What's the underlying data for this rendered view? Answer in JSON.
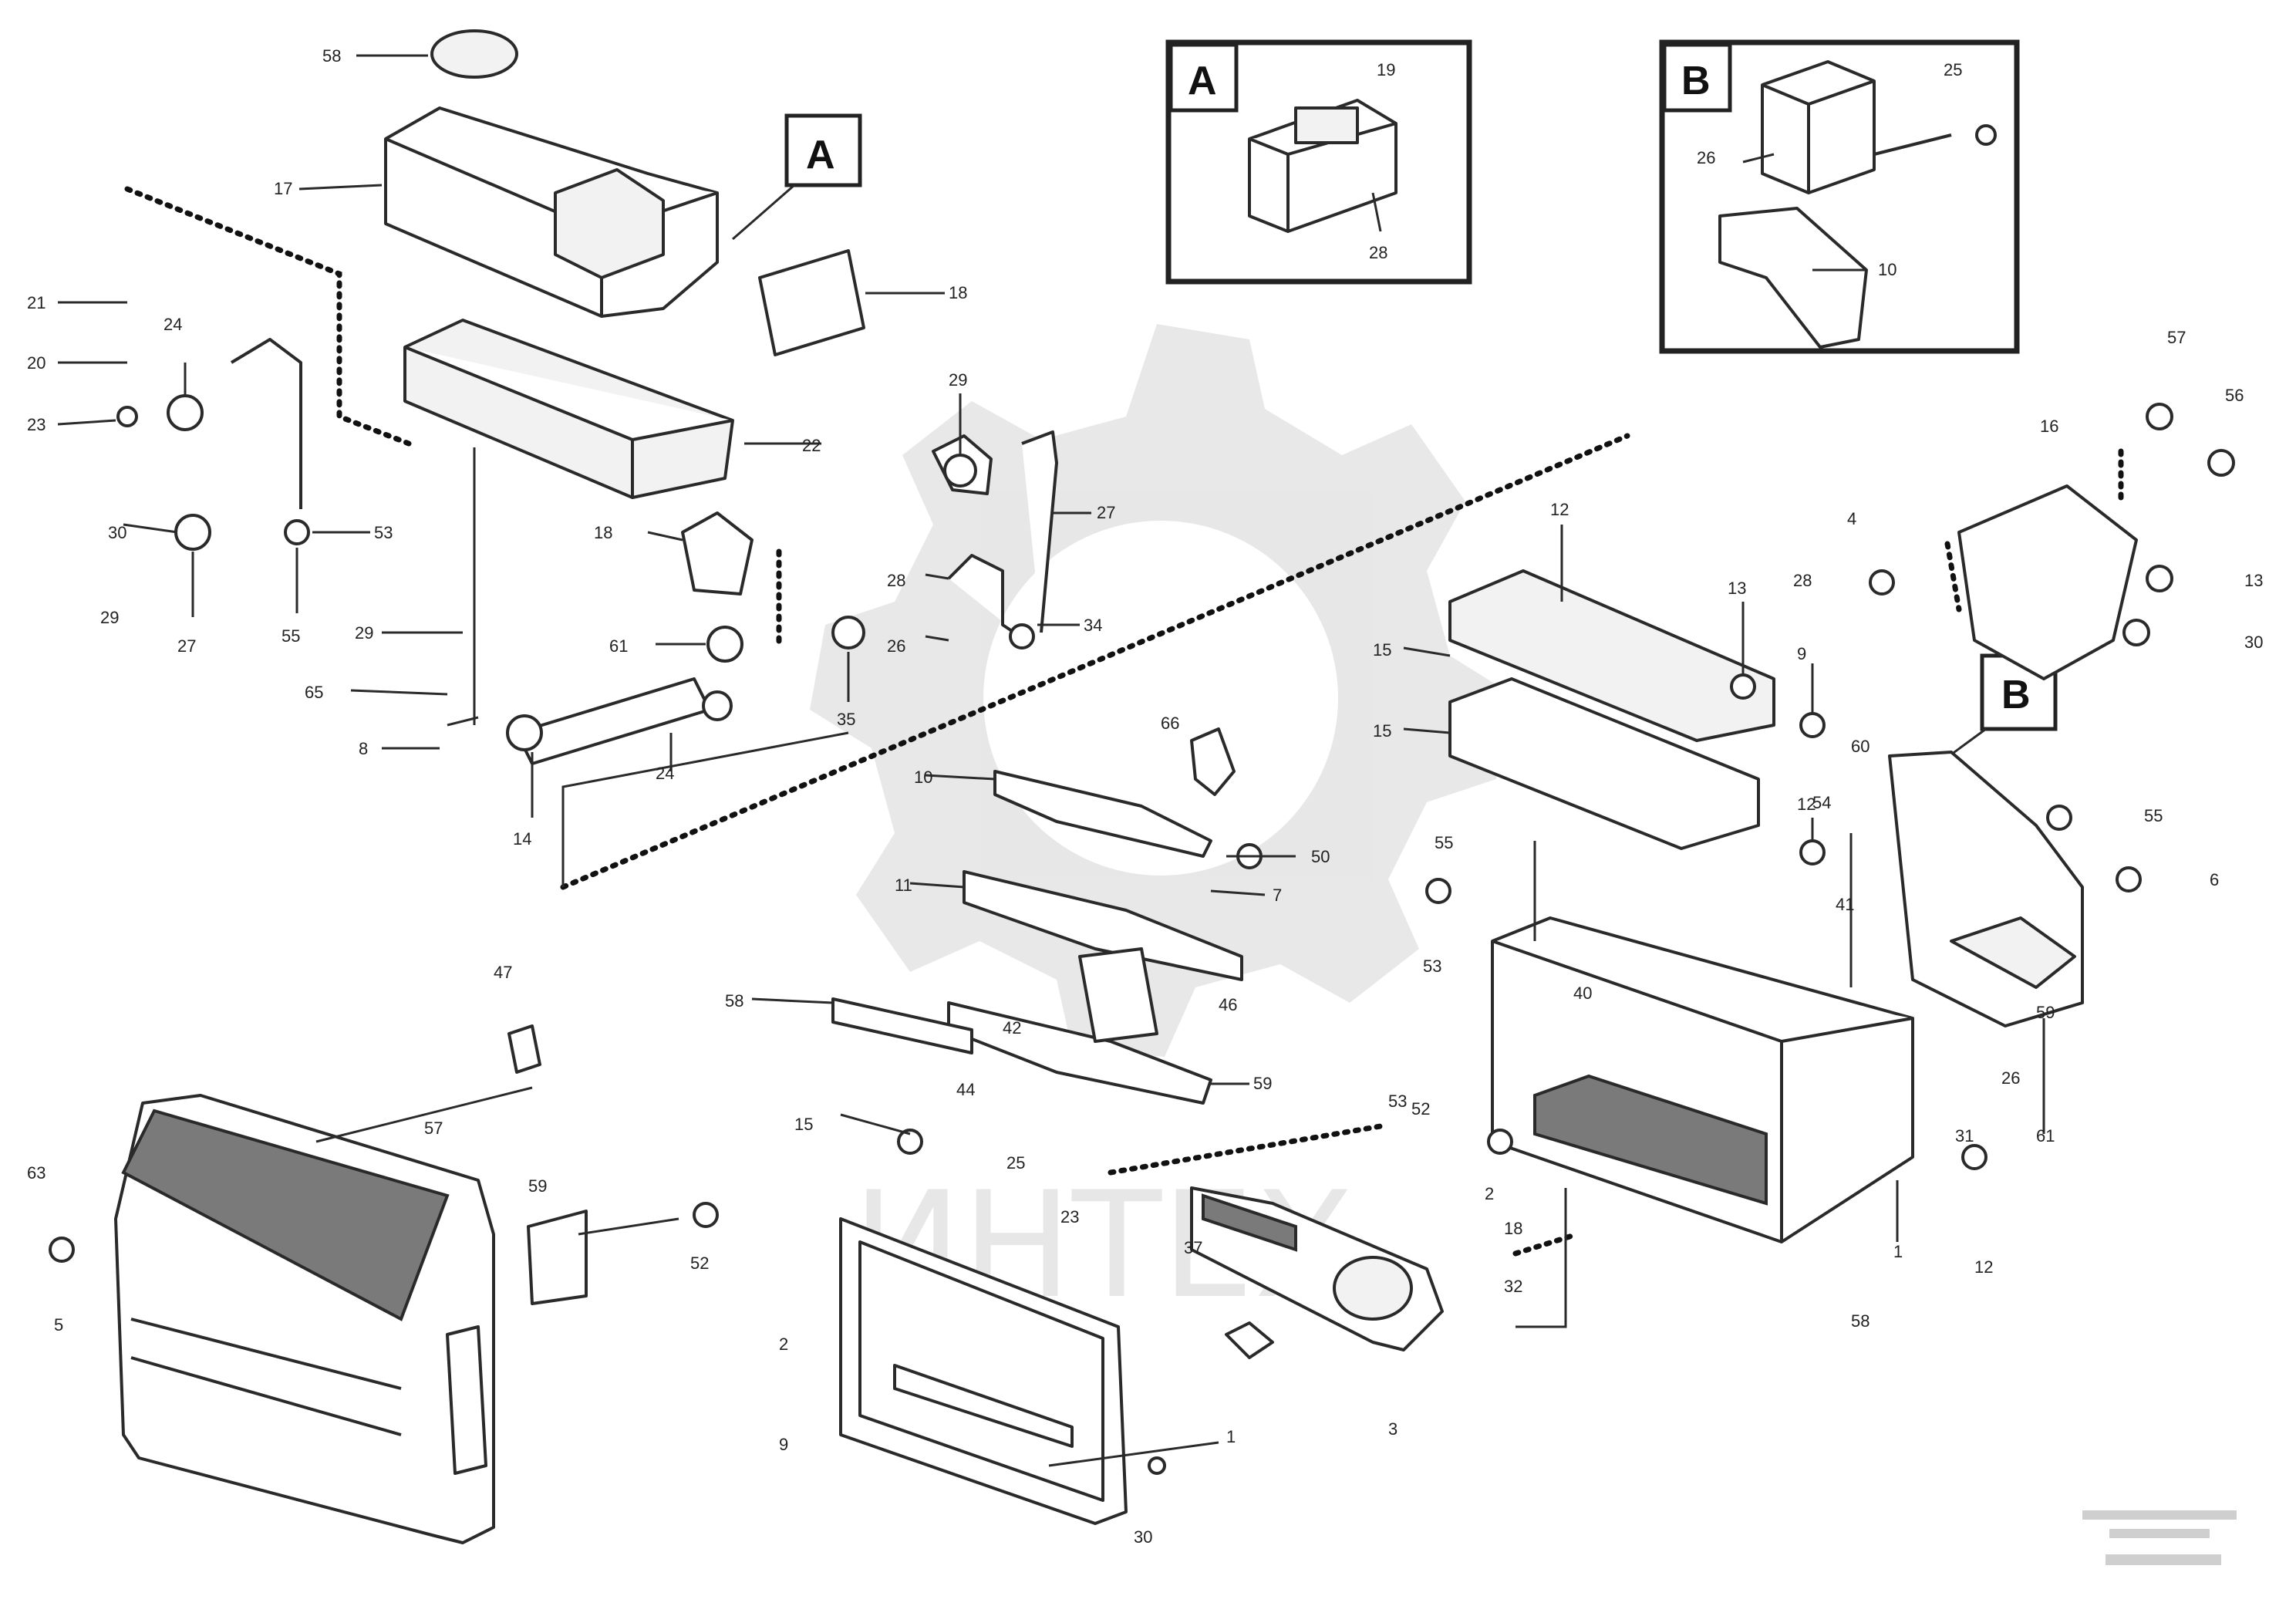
{
  "watermark": {
    "text": "ИНТЕХ"
  },
  "detail_tags": {
    "a": "A",
    "b": "B"
  },
  "reference": {
    "line1": "",
    "line2": "",
    "line3": ""
  },
  "callouts": {
    "c01": "58",
    "c02": "17",
    "c03": "18",
    "c04": "19",
    "c05": "28",
    "c06": "25",
    "c07": "26",
    "c08": "10",
    "c09": "21",
    "c10": "20",
    "c11": "23",
    "c12": "24",
    "c13": "22",
    "c14": "29",
    "c15": "27",
    "c16": "18",
    "c17": "30",
    "c18": "53",
    "c19": "29",
    "c20": "27",
    "c21": "55",
    "c22": "28",
    "c23": "26",
    "c24": "34",
    "c25": "61",
    "c26": "24",
    "c27": "35",
    "c28": "66",
    "c29": "29",
    "c30": "65",
    "c31": "8",
    "c32": "14",
    "c33": "12",
    "c34": "15",
    "c35": "15",
    "c36": "13",
    "c37": "9",
    "c38": "12",
    "c39": "10",
    "c40": "50",
    "c41": "7",
    "c42": "11",
    "c43": "58",
    "c44": "59",
    "c45": "15",
    "c46": "57",
    "c47": "56",
    "c48": "16",
    "c49": "4",
    "c50": "28",
    "c51": "13",
    "c52": "30",
    "c53": "60",
    "c54": "55",
    "c55": "6",
    "c56": "54",
    "c57": "55",
    "c58": "53",
    "c59": "52",
    "c60": "18",
    "c61": "32",
    "c62": "31",
    "c63": "12",
    "c64": "1",
    "c65": "61",
    "c66": "58",
    "c67": "59",
    "c68": "40",
    "c69": "47",
    "c70": "63",
    "c71": "57",
    "c72": "59",
    "c73": "52",
    "c74": "5",
    "c75": "2",
    "c76": "23",
    "c77": "53",
    "c78": "1",
    "c79": "3",
    "c80": "30",
    "c81": "25",
    "c82": "37",
    "c83": "9",
    "c84": "44",
    "c85": "46",
    "c86": "42",
    "c87": "41",
    "c88": "2",
    "c89": "26"
  }
}
